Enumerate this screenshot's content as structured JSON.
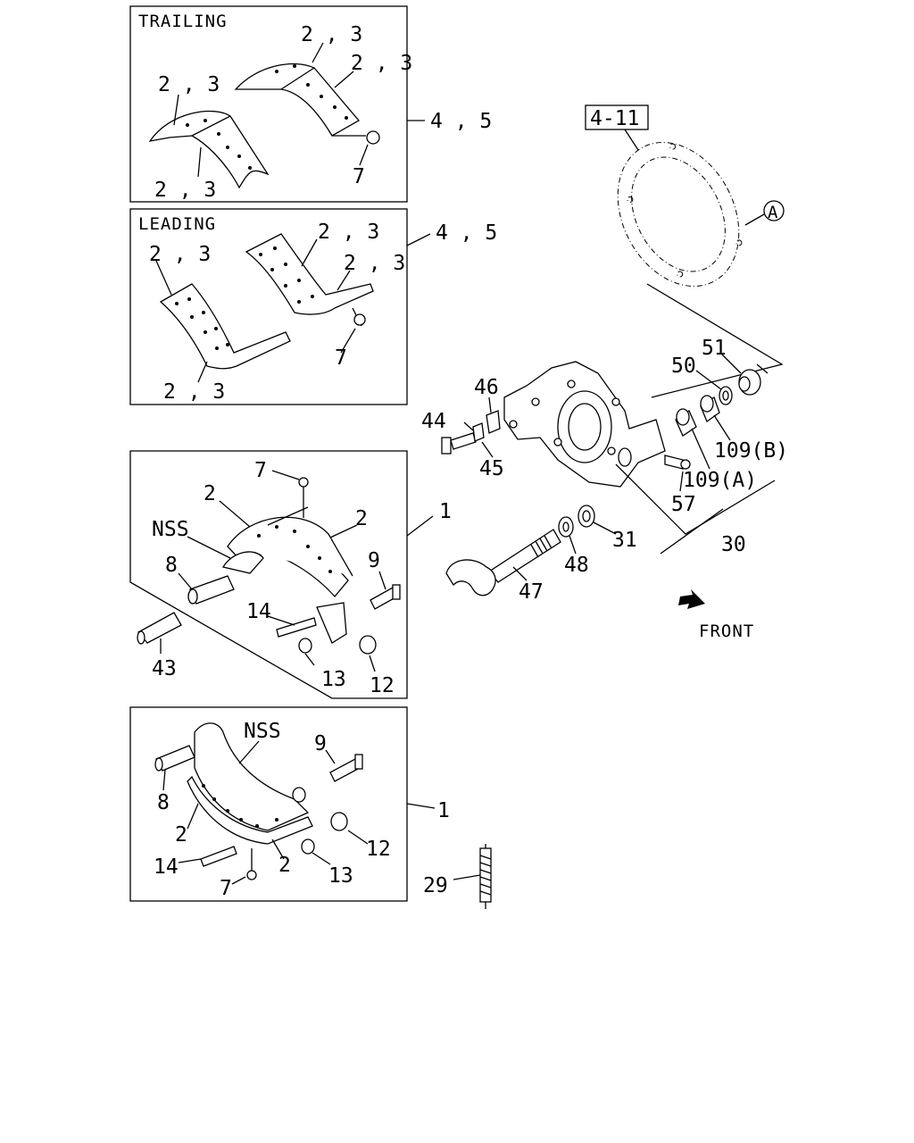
{
  "panels": {
    "trailing": {
      "title": "TRAILING",
      "callouts": [
        "2 , 3",
        "2 , 3",
        "2 , 3",
        "2 , 3",
        "7"
      ],
      "group_ref": "4 , 5"
    },
    "leading": {
      "title": "LEADING",
      "callouts": [
        "2 , 3",
        "2 , 3",
        "2 , 3",
        "2 , 3",
        "7"
      ],
      "group_ref": "4 , 5"
    },
    "shoe_upper": {
      "callouts": [
        "7",
        "2",
        "2",
        "NSS",
        "8",
        "9",
        "14",
        "13",
        "12",
        "43"
      ],
      "group_ref": "1"
    },
    "shoe_lower": {
      "callouts": [
        "NSS",
        "9",
        "8",
        "2",
        "12",
        "14",
        "2",
        "13",
        "7"
      ],
      "group_ref": "1"
    }
  },
  "assembly": {
    "ref_box": "4-11",
    "circle_ref": "A",
    "callouts": {
      "c51": "51",
      "c50": "50",
      "c109b": "109(B)",
      "c109a": "109(A)",
      "c46": "46",
      "c44": "44",
      "c45": "45",
      "c57": "57",
      "c31": "31",
      "c48": "48",
      "c47": "47",
      "c30": "30",
      "c29": "29"
    },
    "direction": "FRONT"
  }
}
